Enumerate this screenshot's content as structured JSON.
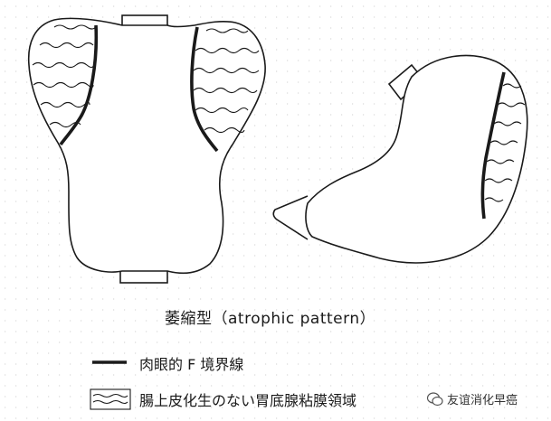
{
  "caption": "萎縮型（atrophic pattern）",
  "legend": [
    {
      "key": "solid-line",
      "label": "肉眼的 F 境界線"
    },
    {
      "key": "wavy-hatch",
      "label": "腸上皮化生のない胃底腺粘膜領域"
    }
  ],
  "watermark": "友谊消化早癌",
  "colors": {
    "stroke": "#1a1a1a",
    "background": "#ffffff"
  }
}
